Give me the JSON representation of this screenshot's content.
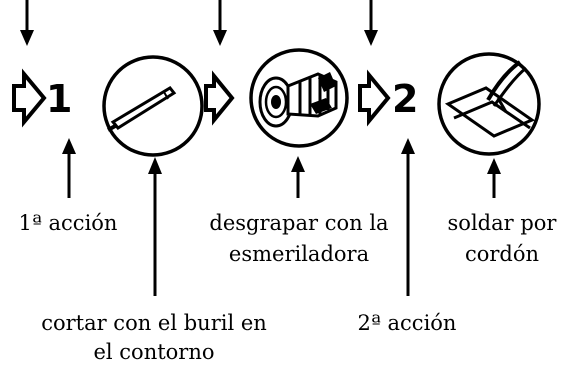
{
  "steps": [
    {
      "number": "1",
      "caption": "1ª acción"
    },
    {
      "number": "2",
      "caption": "2ª acción"
    }
  ],
  "tools": [
    {
      "icon": "chisel-icon",
      "caption_line1": "cortar con el buril en",
      "caption_line2": "el contorno"
    },
    {
      "icon": "grinder-icon",
      "caption_line1": "desgrapar con la",
      "caption_line2": "esmeriladora"
    },
    {
      "icon": "welding-icon",
      "caption_line1": "soldar por",
      "caption_line2": "cordón"
    }
  ],
  "colors": {
    "ink": "#000000",
    "background": "#ffffff"
  }
}
